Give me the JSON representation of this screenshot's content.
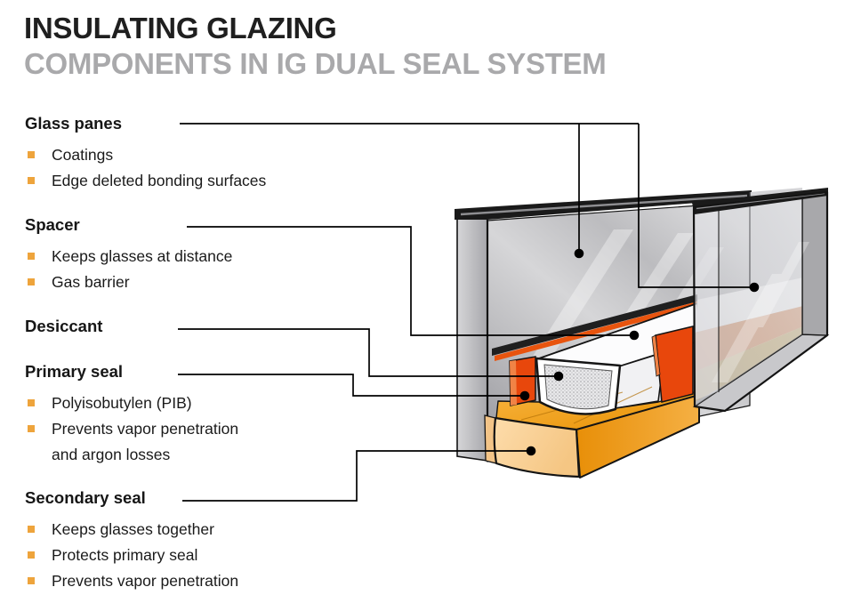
{
  "title": "INSULATING GLAZING",
  "subtitle": "COMPONENTS IN IG DUAL SEAL SYSTEM",
  "sections": [
    {
      "id": "glass-panes",
      "heading": "Glass panes",
      "bullets": [
        "Coatings",
        "Edge deleted bonding surfaces"
      ]
    },
    {
      "id": "spacer",
      "heading": "Spacer",
      "bullets": [
        "Keeps glasses at distance",
        "Gas barrier"
      ]
    },
    {
      "id": "desiccant",
      "heading": "Desiccant",
      "bullets": []
    },
    {
      "id": "primary-seal",
      "heading": "Primary seal",
      "bullets": [
        "Polyisobutylen (PIB)",
        "Prevents vapor penetration and argon losses"
      ]
    },
    {
      "id": "secondary-seal",
      "heading": "Secondary seal",
      "bullets": [
        "Keeps glasses together",
        "Protects primary seal",
        "Prevents vapor penetration"
      ]
    }
  ],
  "diagram": {
    "description": "Cut-away 3D view of an insulating glass unit edge",
    "parts": [
      {
        "name": "glass-pane-left",
        "color": "#c6c7c9"
      },
      {
        "name": "glass-pane-right",
        "color": "#c6c7c9"
      },
      {
        "name": "spacer",
        "color": "#ffffff"
      },
      {
        "name": "desiccant",
        "color": "#e7e7e9"
      },
      {
        "name": "primary-seal",
        "color": "#e8470c"
      },
      {
        "name": "secondary-seal",
        "color": "#f1a12b"
      },
      {
        "name": "secondary-seal-cut-face",
        "color": "#fbd7a3"
      }
    ]
  },
  "colors": {
    "bullet": "#eea43c",
    "title": "#1f1f1f",
    "subtitle": "#a9a9ab",
    "leader_line": "#000000"
  }
}
